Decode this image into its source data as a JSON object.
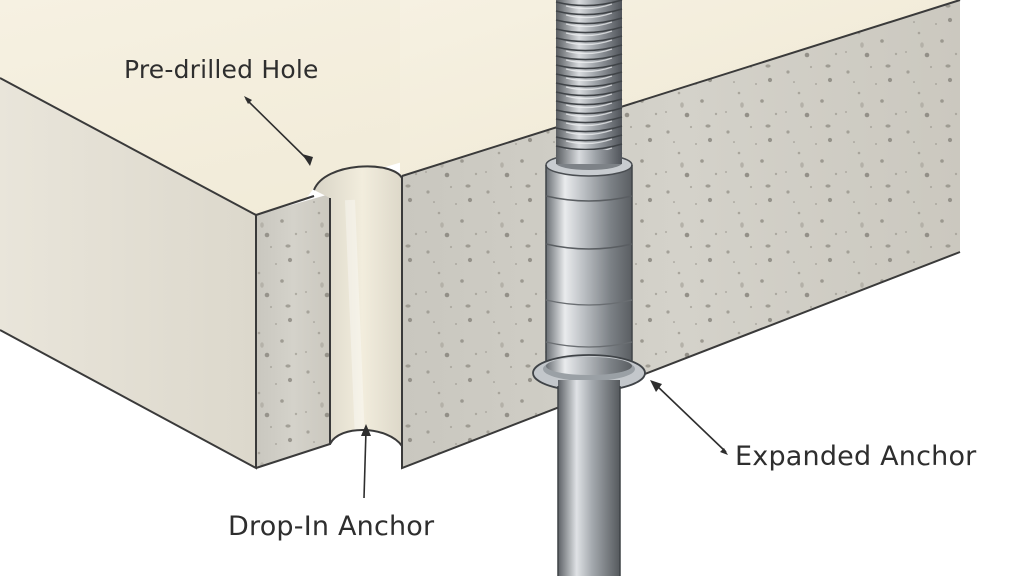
{
  "labels": {
    "pre_drilled_hole": "Pre-drilled Hole",
    "drop_in_anchor": "Drop-In Anchor",
    "expanded_anchor": "Expanded Anchor"
  },
  "colors": {
    "slab_top": "#f4eedc",
    "slab_side": "#d3d1c8",
    "slab_front": "#cfccc2",
    "outline": "#3a3a3a",
    "steel_light": "#e6e8ea",
    "steel_mid": "#aeb3b8",
    "steel_dark": "#5e6368",
    "label_text": "#2e2e2e"
  }
}
